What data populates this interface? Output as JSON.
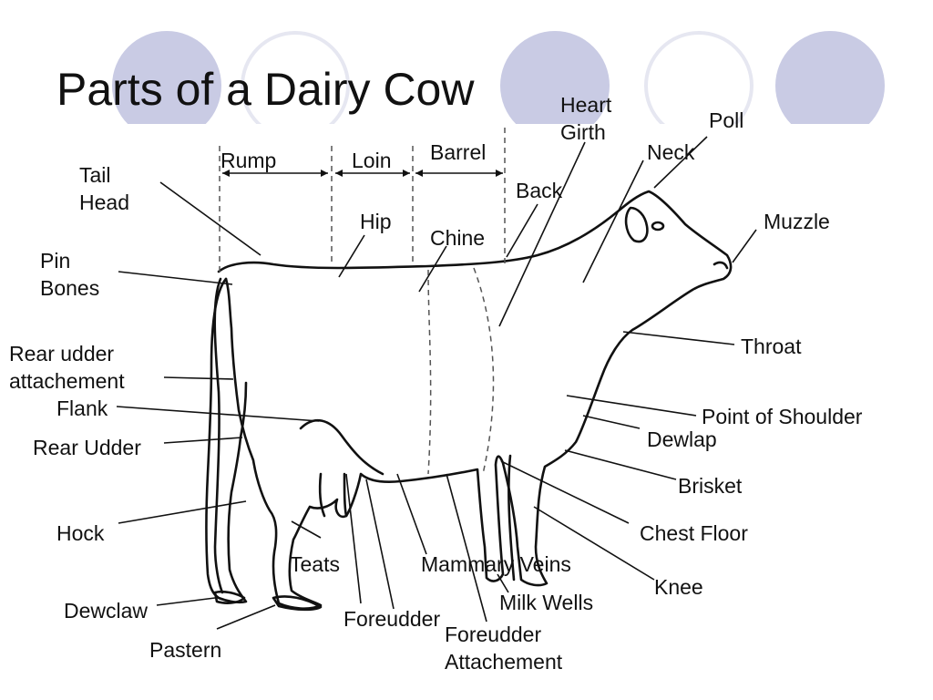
{
  "title": "Parts of a Dairy Cow",
  "labels": {
    "heart_girth": [
      "Heart",
      "Girth"
    ],
    "poll": "Poll",
    "neck": "Neck",
    "muzzle": "Muzzle",
    "rump": "Rump",
    "loin": "Loin",
    "barrel": "Barrel",
    "back": "Back",
    "tail_head": [
      "Tail",
      "Head"
    ],
    "hip": "Hip",
    "chine": "Chine",
    "pin_bones": [
      "Pin",
      "Bones"
    ],
    "throat": "Throat",
    "rear_udder_attachment": [
      "Rear udder",
      "attachement"
    ],
    "flank": "Flank",
    "point_of_shoulder": "Point of Shoulder",
    "dewlap": "Dewlap",
    "rear_udder": "Rear Udder",
    "brisket": "Brisket",
    "hock": "Hock",
    "chest_floor": "Chest Floor",
    "teats": "Teats",
    "mammary_veins": "Mammary Veins",
    "knee": "Knee",
    "milk_wells": "Milk Wells",
    "dewclaw": "Dewclaw",
    "foreudder": "Foreudder",
    "foreudder_attachment": [
      "Foreudder",
      "Attachement"
    ],
    "pastern": "Pastern"
  },
  "colors": {
    "decor_fill": "#c9cbe4",
    "decor_ring": "#e6e7f1",
    "line": "#111111"
  }
}
